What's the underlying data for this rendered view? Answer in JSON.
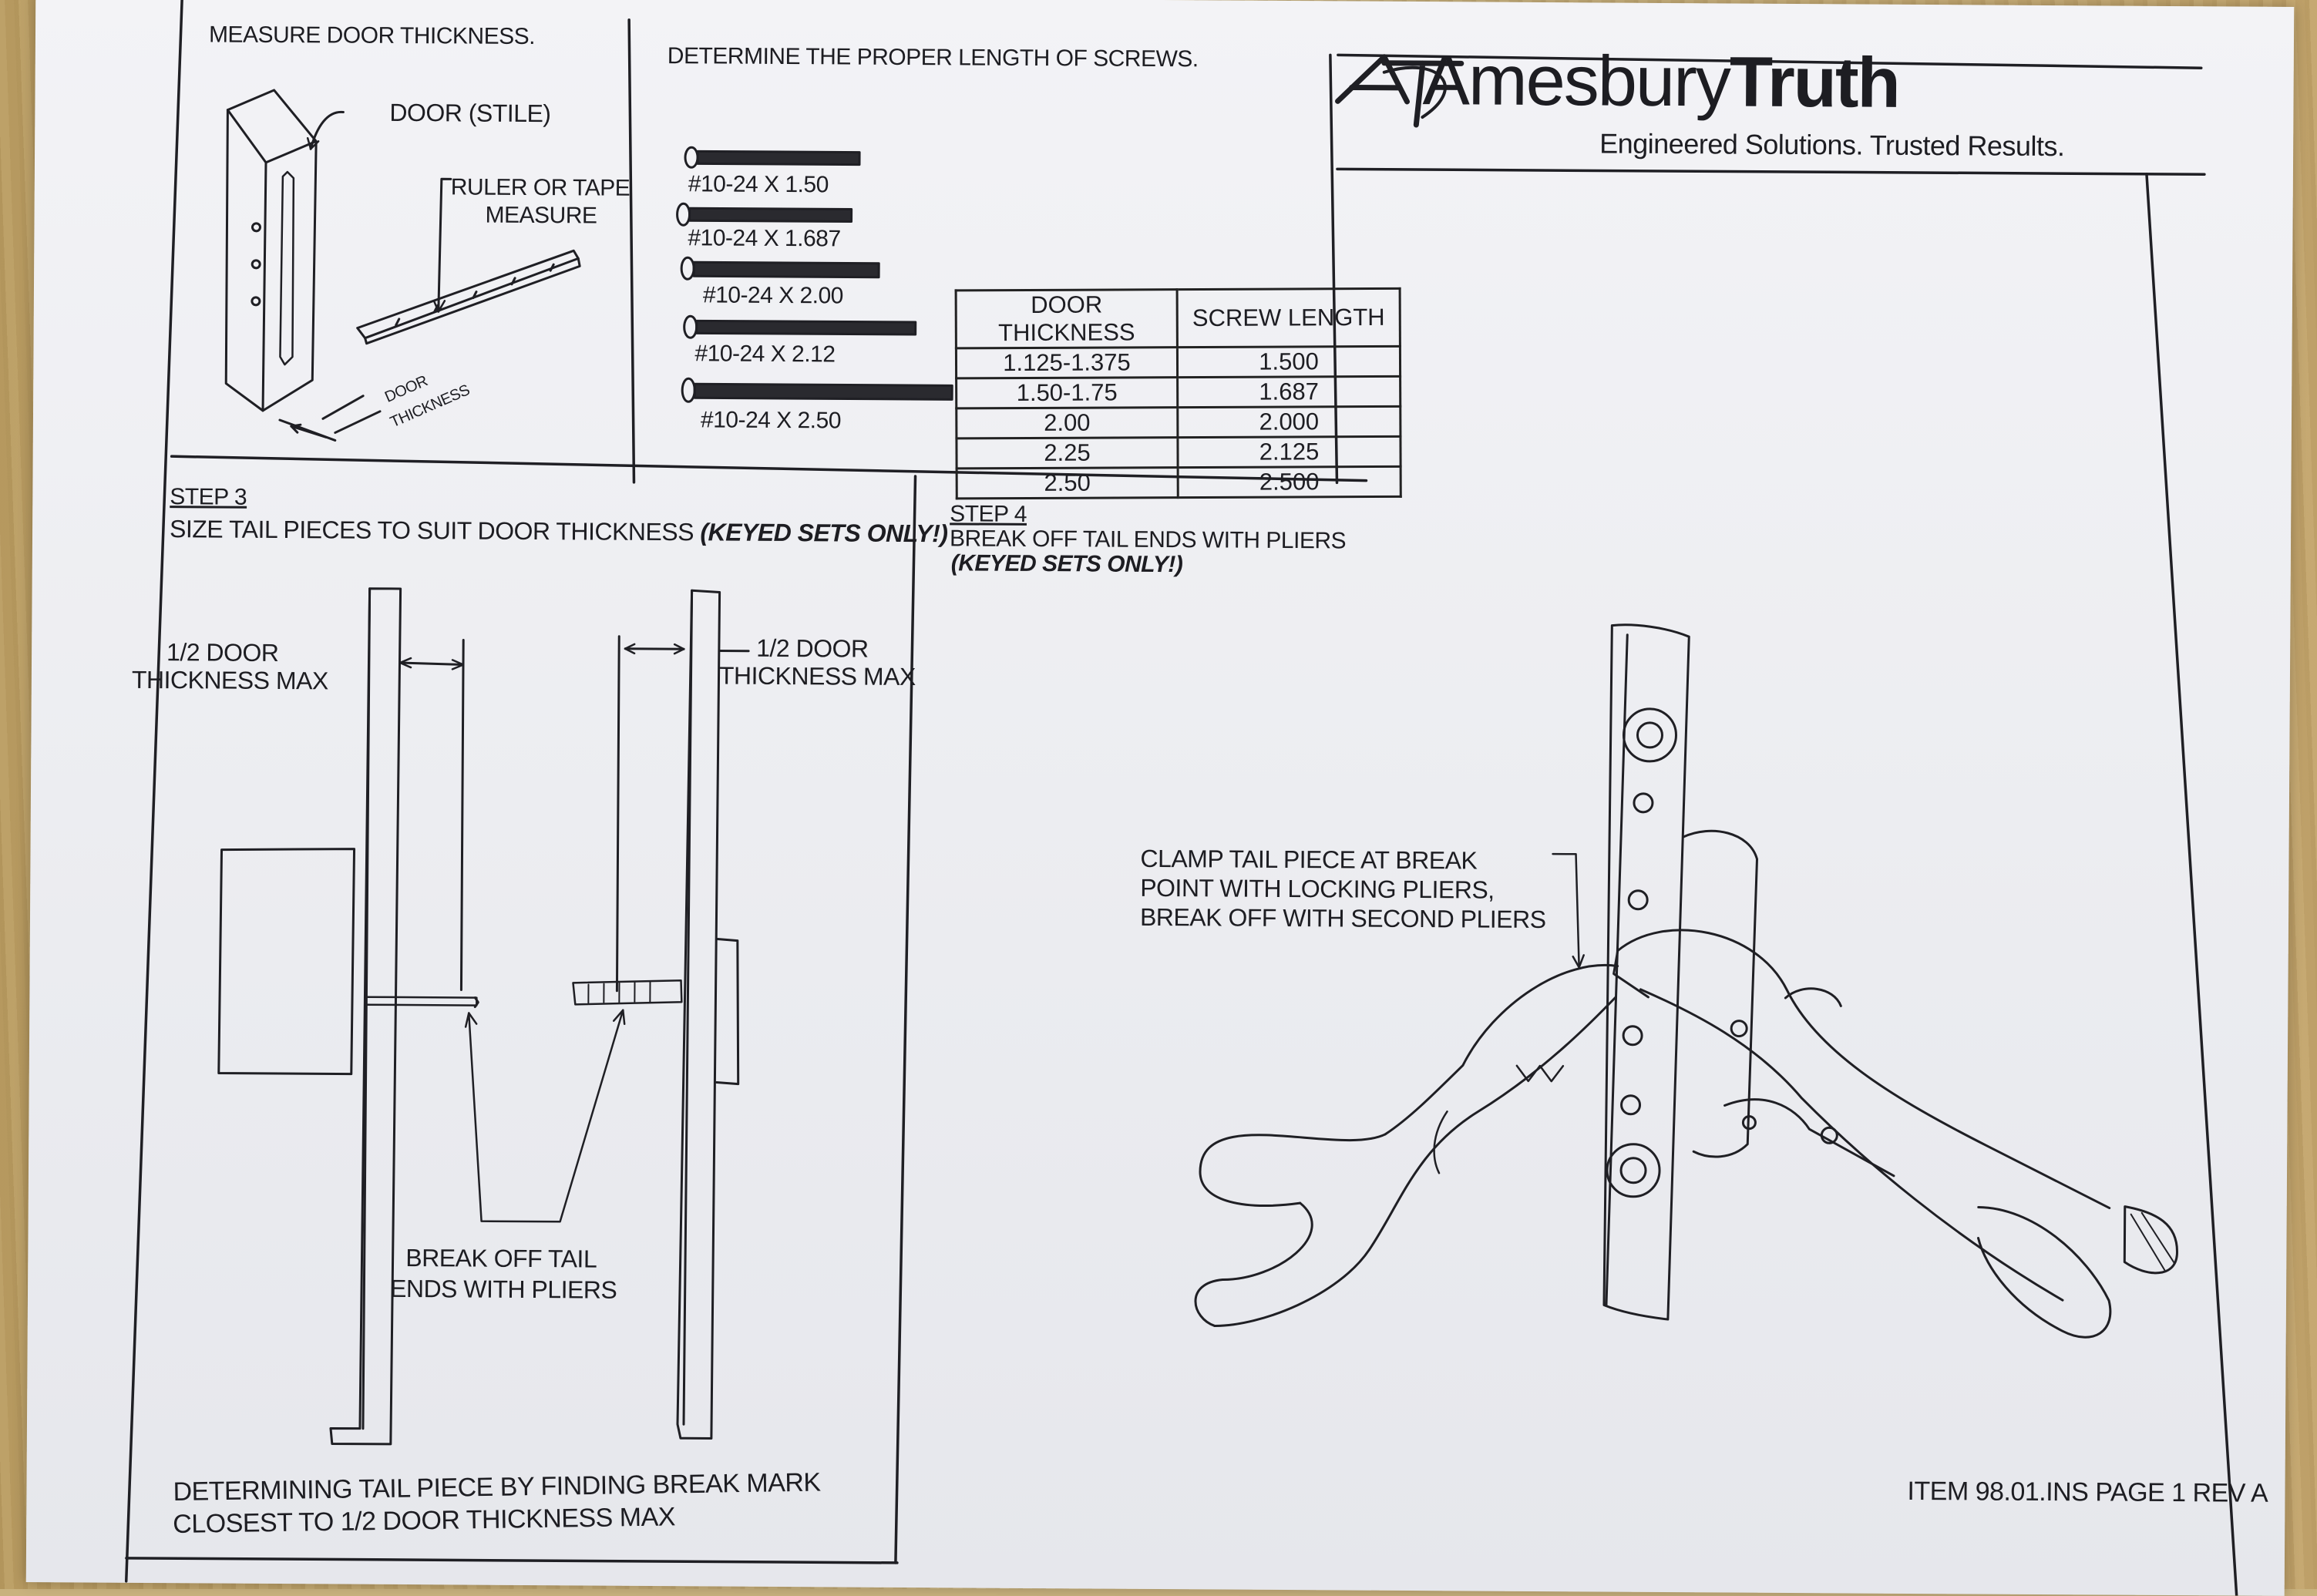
{
  "brand": {
    "name_light": "Amesbury",
    "name_bold": "Truth",
    "tagline": "Engineered Solutions. Trusted Results."
  },
  "measure": {
    "heading": "MEASURE DOOR THICKNESS.",
    "door_label": "DOOR (STILE)",
    "ruler_line1": "RULER OR TAPE",
    "ruler_line2": "MEASURE",
    "thick_line1": "DOOR",
    "thick_line2": "THICKNESS"
  },
  "screws": {
    "heading": "DETERMINE THE PROPER LENGTH OF SCREWS.",
    "items": [
      "#10-24 X 1.50",
      "#10-24 X 1.687",
      "#10-24 X 2.00",
      "#10-24 X 2.12",
      "#10-24 X 2.50"
    ],
    "table": {
      "headers": [
        "DOOR THICKNESS",
        "SCREW LENGTH"
      ],
      "rows": [
        [
          "1.125-1.375",
          "1.500"
        ],
        [
          "1.50-1.75",
          "1.687"
        ],
        [
          "2.00",
          "2.000"
        ],
        [
          "2.25",
          "2.125"
        ],
        [
          "2.50",
          "2.500"
        ]
      ]
    }
  },
  "step3": {
    "title": "STEP 3",
    "text": "SIZE TAIL PIECES TO SUIT DOOR THICKNESS",
    "note": "(KEYED SETS ONLY!)",
    "left_label_1": "1/2 DOOR",
    "left_label_2": "THICKNESS MAX",
    "right_label_1": "1/2 DOOR",
    "right_label_2": "THICKNESS MAX",
    "break_1": "BREAK OFF TAIL",
    "break_2": "ENDS WITH PLIERS",
    "footer_1": "DETERMINING TAIL PIECE BY FINDING BREAK MARK",
    "footer_2": "CLOSEST TO 1/2 DOOR THICKNESS MAX"
  },
  "step4": {
    "title": "STEP 4",
    "text": "BREAK OFF TAIL ENDS WITH PLIERS",
    "note": "(KEYED SETS ONLY!)",
    "clamp_1": "CLAMP TAIL PIECE AT BREAK",
    "clamp_2": "POINT WITH LOCKING PLIERS,",
    "clamp_3": "BREAK OFF WITH SECOND PLIERS"
  },
  "item_ref": "ITEM 98.01.INS PAGE 1 REV A"
}
